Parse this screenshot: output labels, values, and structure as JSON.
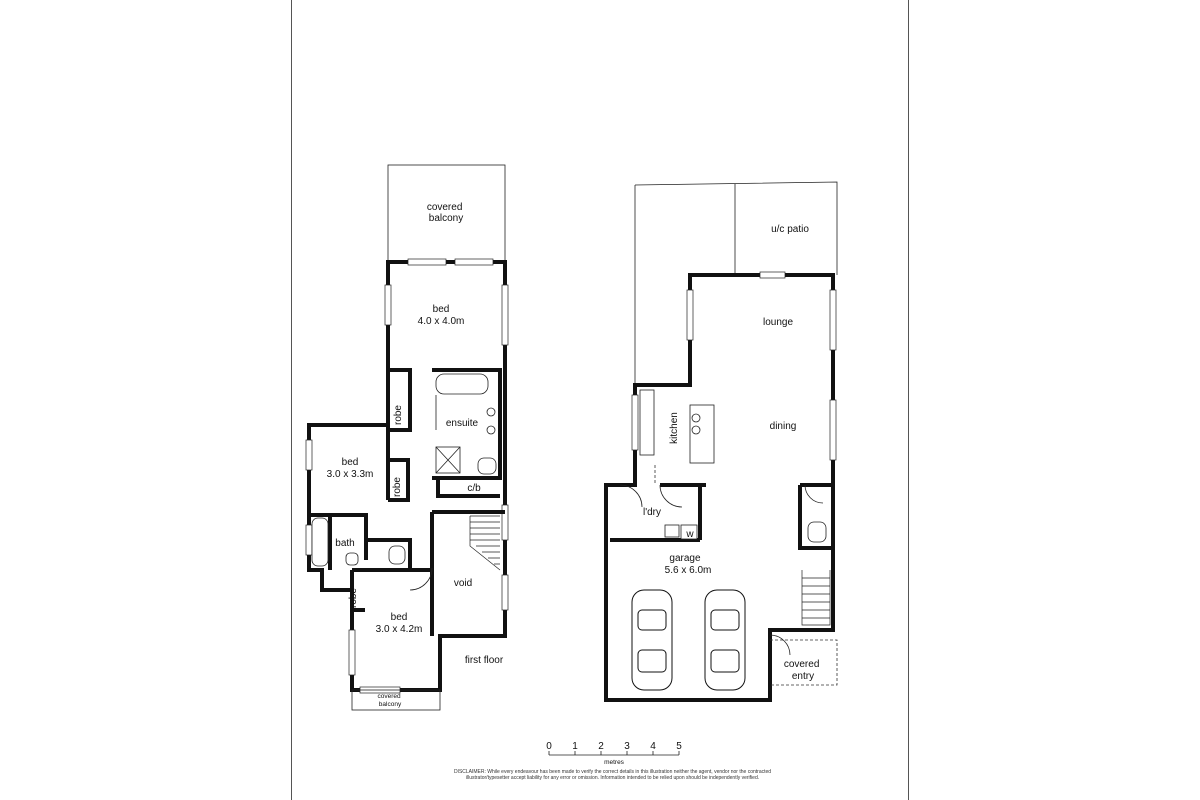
{
  "first_floor": {
    "level_label": "first floor",
    "covered_balcony_top": "covered\nbalcony",
    "bed_main": {
      "name": "bed",
      "size": "4.0 x 4.0m"
    },
    "ensuite": "ensuite",
    "robe_1": "robe",
    "robe_2": "robe",
    "robe_3": "robe",
    "bed_2": {
      "name": "bed",
      "size": "3.0 x 3.3m"
    },
    "cb": "c/b",
    "bath": "bath",
    "void": "void",
    "bed_3": {
      "name": "bed",
      "size": "3.0 x 4.2m"
    },
    "covered_balcony_bottom": "covered\nbalcony"
  },
  "ground_floor": {
    "patio": "u/c patio",
    "lounge": "lounge",
    "kitchen": "kitchen",
    "dining": "dining",
    "laundry": "l'dry",
    "w": "w",
    "garage": {
      "name": "garage",
      "size": "5.6 x 6.0m"
    },
    "covered_entry": "covered\nentry"
  },
  "scale": {
    "ticks": [
      "0",
      "1",
      "2",
      "3",
      "4",
      "5"
    ],
    "unit": "metres"
  },
  "disclaimer": "DISCLAIMER: While every endeavour has been made to verify the correct details in this illustration neither the agent, vendor nor the contracted illustrator/typesetter accept liability for any error or omission. Information intended to be relied upon should be independently verified."
}
